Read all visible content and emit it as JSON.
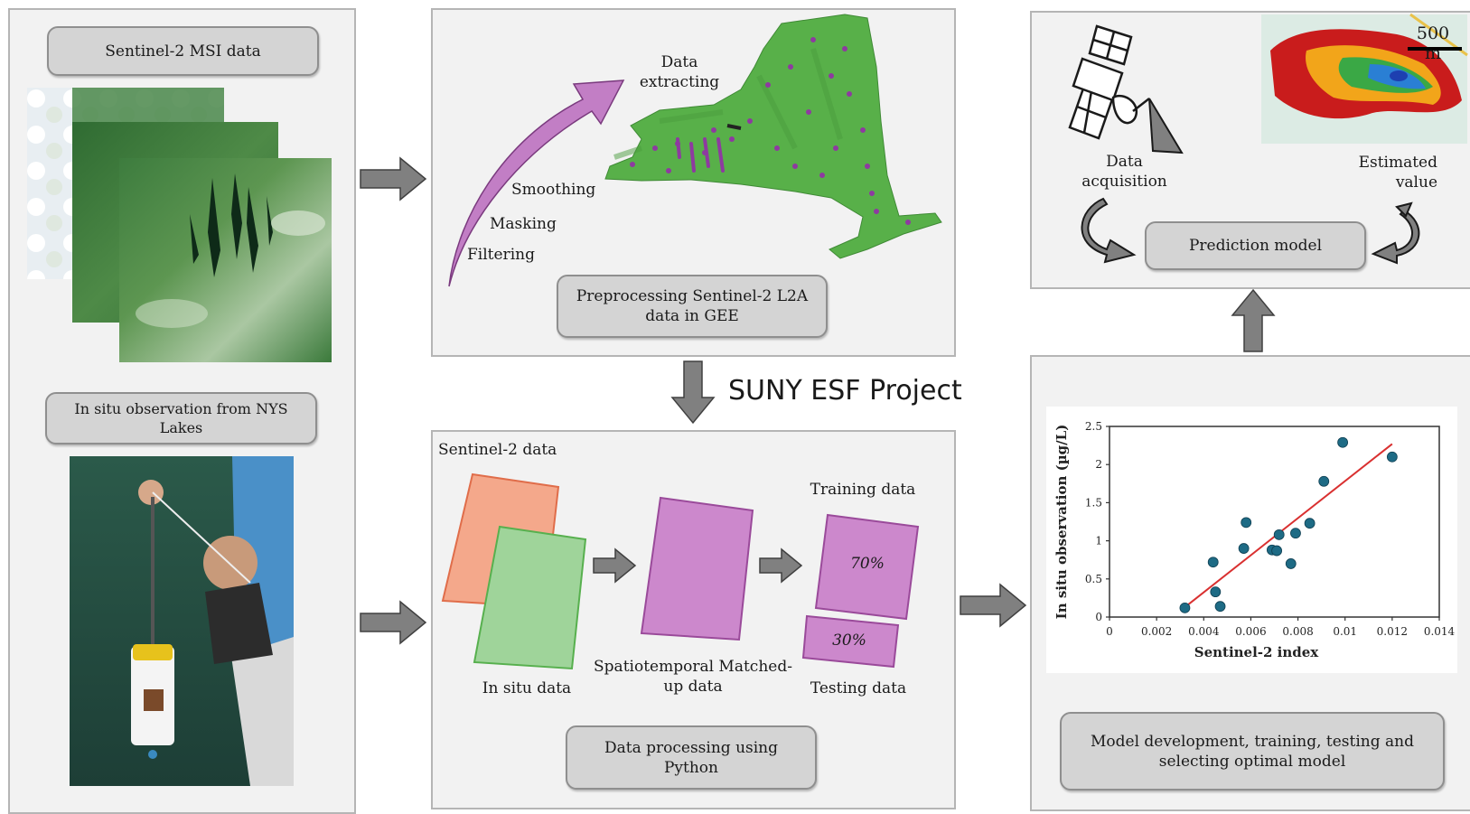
{
  "panel1": {
    "msi_title": "Sentinel-2 MSI data",
    "insitu_title": "In situ observation from NYS Lakes"
  },
  "panel2": {
    "steps": [
      "Filtering",
      "Masking",
      "Smoothing"
    ],
    "extract_label": "Data extracting",
    "caption": "Preprocessing Sentinel-2 L2A data in GEE"
  },
  "project_label": "SUNY ESF Project",
  "panel3": {
    "sentinel_label": "Sentinel-2 data",
    "insitu_label": "In situ data",
    "matched_label": "Spatiotemporal Matched-up data",
    "training_label": "Training data",
    "testing_label": "Testing data",
    "train_pct": "70%",
    "test_pct": "30%",
    "caption": "Data processing using Python"
  },
  "panel4": {
    "acquisition_label": "Data acquisition",
    "estimated_label": "Estimated value",
    "scale_label": "500 m",
    "model_label": "Prediction model"
  },
  "panel5": {
    "caption": "Model development, training, testing and selecting optimal model"
  },
  "colors": {
    "panel_bg": "#f2f2f2",
    "pill_bg": "#d4d4d4",
    "arrow_gray": "#808080",
    "purple": "#b565b5",
    "orange": "#f4a88b",
    "green": "#9fd49a",
    "fit_line": "#d93030",
    "points": "#1e6b85"
  },
  "chart_data": {
    "type": "scatter",
    "xlabel": "Sentinel-2 index",
    "ylabel": "In situ observation (µg/L)",
    "xlim": [
      0,
      0.014
    ],
    "ylim": [
      0,
      2.5
    ],
    "xticks": [
      "0",
      "0.002",
      "0.004",
      "0.006",
      "0.008",
      "0.01",
      "0.012",
      "0.014"
    ],
    "yticks": [
      "0",
      "0.5",
      "1",
      "1.5",
      "2",
      "2.5"
    ],
    "points": [
      [
        0.0032,
        0.12
      ],
      [
        0.0044,
        0.72
      ],
      [
        0.0045,
        0.33
      ],
      [
        0.0047,
        0.14
      ],
      [
        0.0057,
        0.9
      ],
      [
        0.0058,
        1.24
      ],
      [
        0.0069,
        0.88
      ],
      [
        0.0071,
        0.87
      ],
      [
        0.0072,
        1.08
      ],
      [
        0.0077,
        0.7
      ],
      [
        0.0079,
        1.1
      ],
      [
        0.0085,
        1.23
      ],
      [
        0.0091,
        1.78
      ],
      [
        0.0099,
        2.29
      ],
      [
        0.012,
        2.1
      ]
    ],
    "fit_line": [
      [
        0.0032,
        0.13
      ],
      [
        0.012,
        2.27
      ]
    ]
  }
}
